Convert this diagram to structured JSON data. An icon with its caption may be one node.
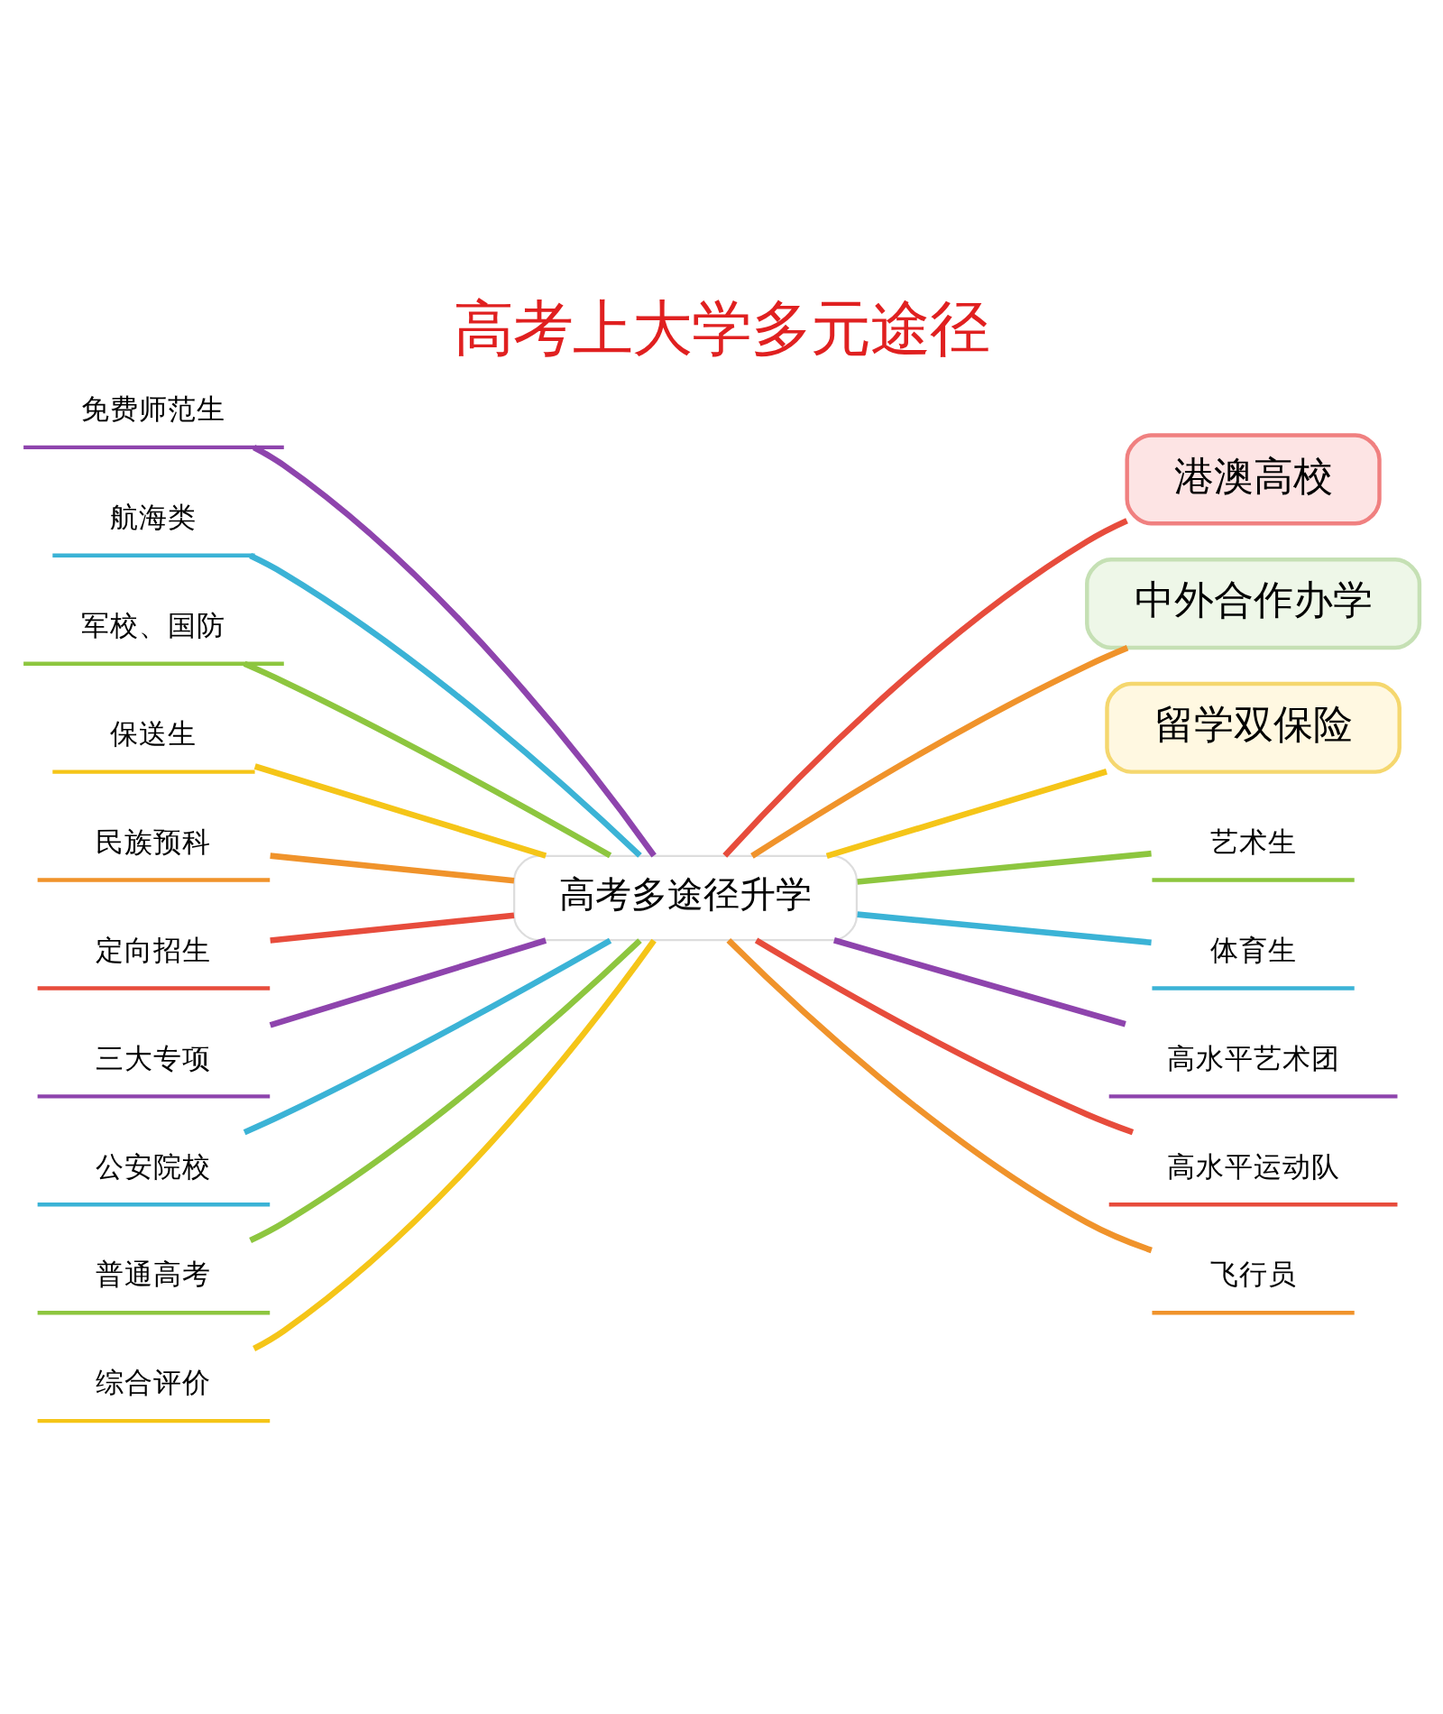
{
  "diagram": {
    "title": "高考上大学多元途径",
    "nodes": [
      {
        "text": [
          "高考多途径升学"
        ]
      },
      {
        "text": [
          "免费师范生"
        ]
      },
      {
        "text": [
          "航海类"
        ]
      },
      {
        "text": [
          "军校、国防"
        ]
      },
      {
        "text": [
          "保送生"
        ]
      },
      {
        "text": [
          "民族预科"
        ]
      },
      {
        "text": [
          "定向招生"
        ]
      },
      {
        "text": [
          "三大专项"
        ]
      },
      {
        "text": [
          "公安院校"
        ]
      },
      {
        "text": [
          "普通高考"
        ]
      },
      {
        "text": [
          "综合评价"
        ]
      },
      {
        "text": [
          "港澳高校"
        ]
      },
      {
        "text": [
          "中外合作办学"
        ]
      },
      {
        "text": [
          "留学双保险"
        ]
      },
      {
        "text": [
          "艺术生"
        ]
      },
      {
        "text": [
          "体育生"
        ]
      },
      {
        "text": [
          "高水平艺术团"
        ]
      },
      {
        "text": [
          "高水平运动队"
        ]
      },
      {
        "text": [
          "飞行员"
        ]
      }
    ],
    "edges": [
      {
        "from": 0,
        "to": 1,
        "arrow": "none",
        "color": "#8e44ad"
      },
      {
        "from": 0,
        "to": 2,
        "arrow": "none",
        "color": "#3bb3d6"
      },
      {
        "from": 0,
        "to": 3,
        "arrow": "none",
        "color": "#8dc63f"
      },
      {
        "from": 0,
        "to": 4,
        "arrow": "none",
        "color": "#f5c518"
      },
      {
        "from": 0,
        "to": 5,
        "arrow": "none",
        "color": "#f0932b"
      },
      {
        "from": 0,
        "to": 6,
        "arrow": "none",
        "color": "#e74c3c"
      },
      {
        "from": 0,
        "to": 7,
        "arrow": "none",
        "color": "#8e44ad"
      },
      {
        "from": 0,
        "to": 8,
        "arrow": "none",
        "color": "#3bb3d6"
      },
      {
        "from": 0,
        "to": 9,
        "arrow": "none",
        "color": "#8dc63f"
      },
      {
        "from": 0,
        "to": 10,
        "arrow": "none",
        "color": "#f5c518"
      },
      {
        "from": 0,
        "to": 11,
        "arrow": "none",
        "color": "#e74c3c"
      },
      {
        "from": 0,
        "to": 12,
        "arrow": "none",
        "color": "#f0932b"
      },
      {
        "from": 0,
        "to": 13,
        "arrow": "none",
        "color": "#f5c518"
      },
      {
        "from": 0,
        "to": 14,
        "arrow": "none",
        "color": "#8dc63f"
      },
      {
        "from": 0,
        "to": 15,
        "arrow": "none",
        "color": "#3bb3d6"
      },
      {
        "from": 0,
        "to": 16,
        "arrow": "none",
        "color": "#8e44ad"
      },
      {
        "from": 0,
        "to": 17,
        "arrow": "none",
        "color": "#e74c3c"
      },
      {
        "from": 0,
        "to": 18,
        "arrow": "none",
        "color": "#f0932b"
      }
    ]
  }
}
